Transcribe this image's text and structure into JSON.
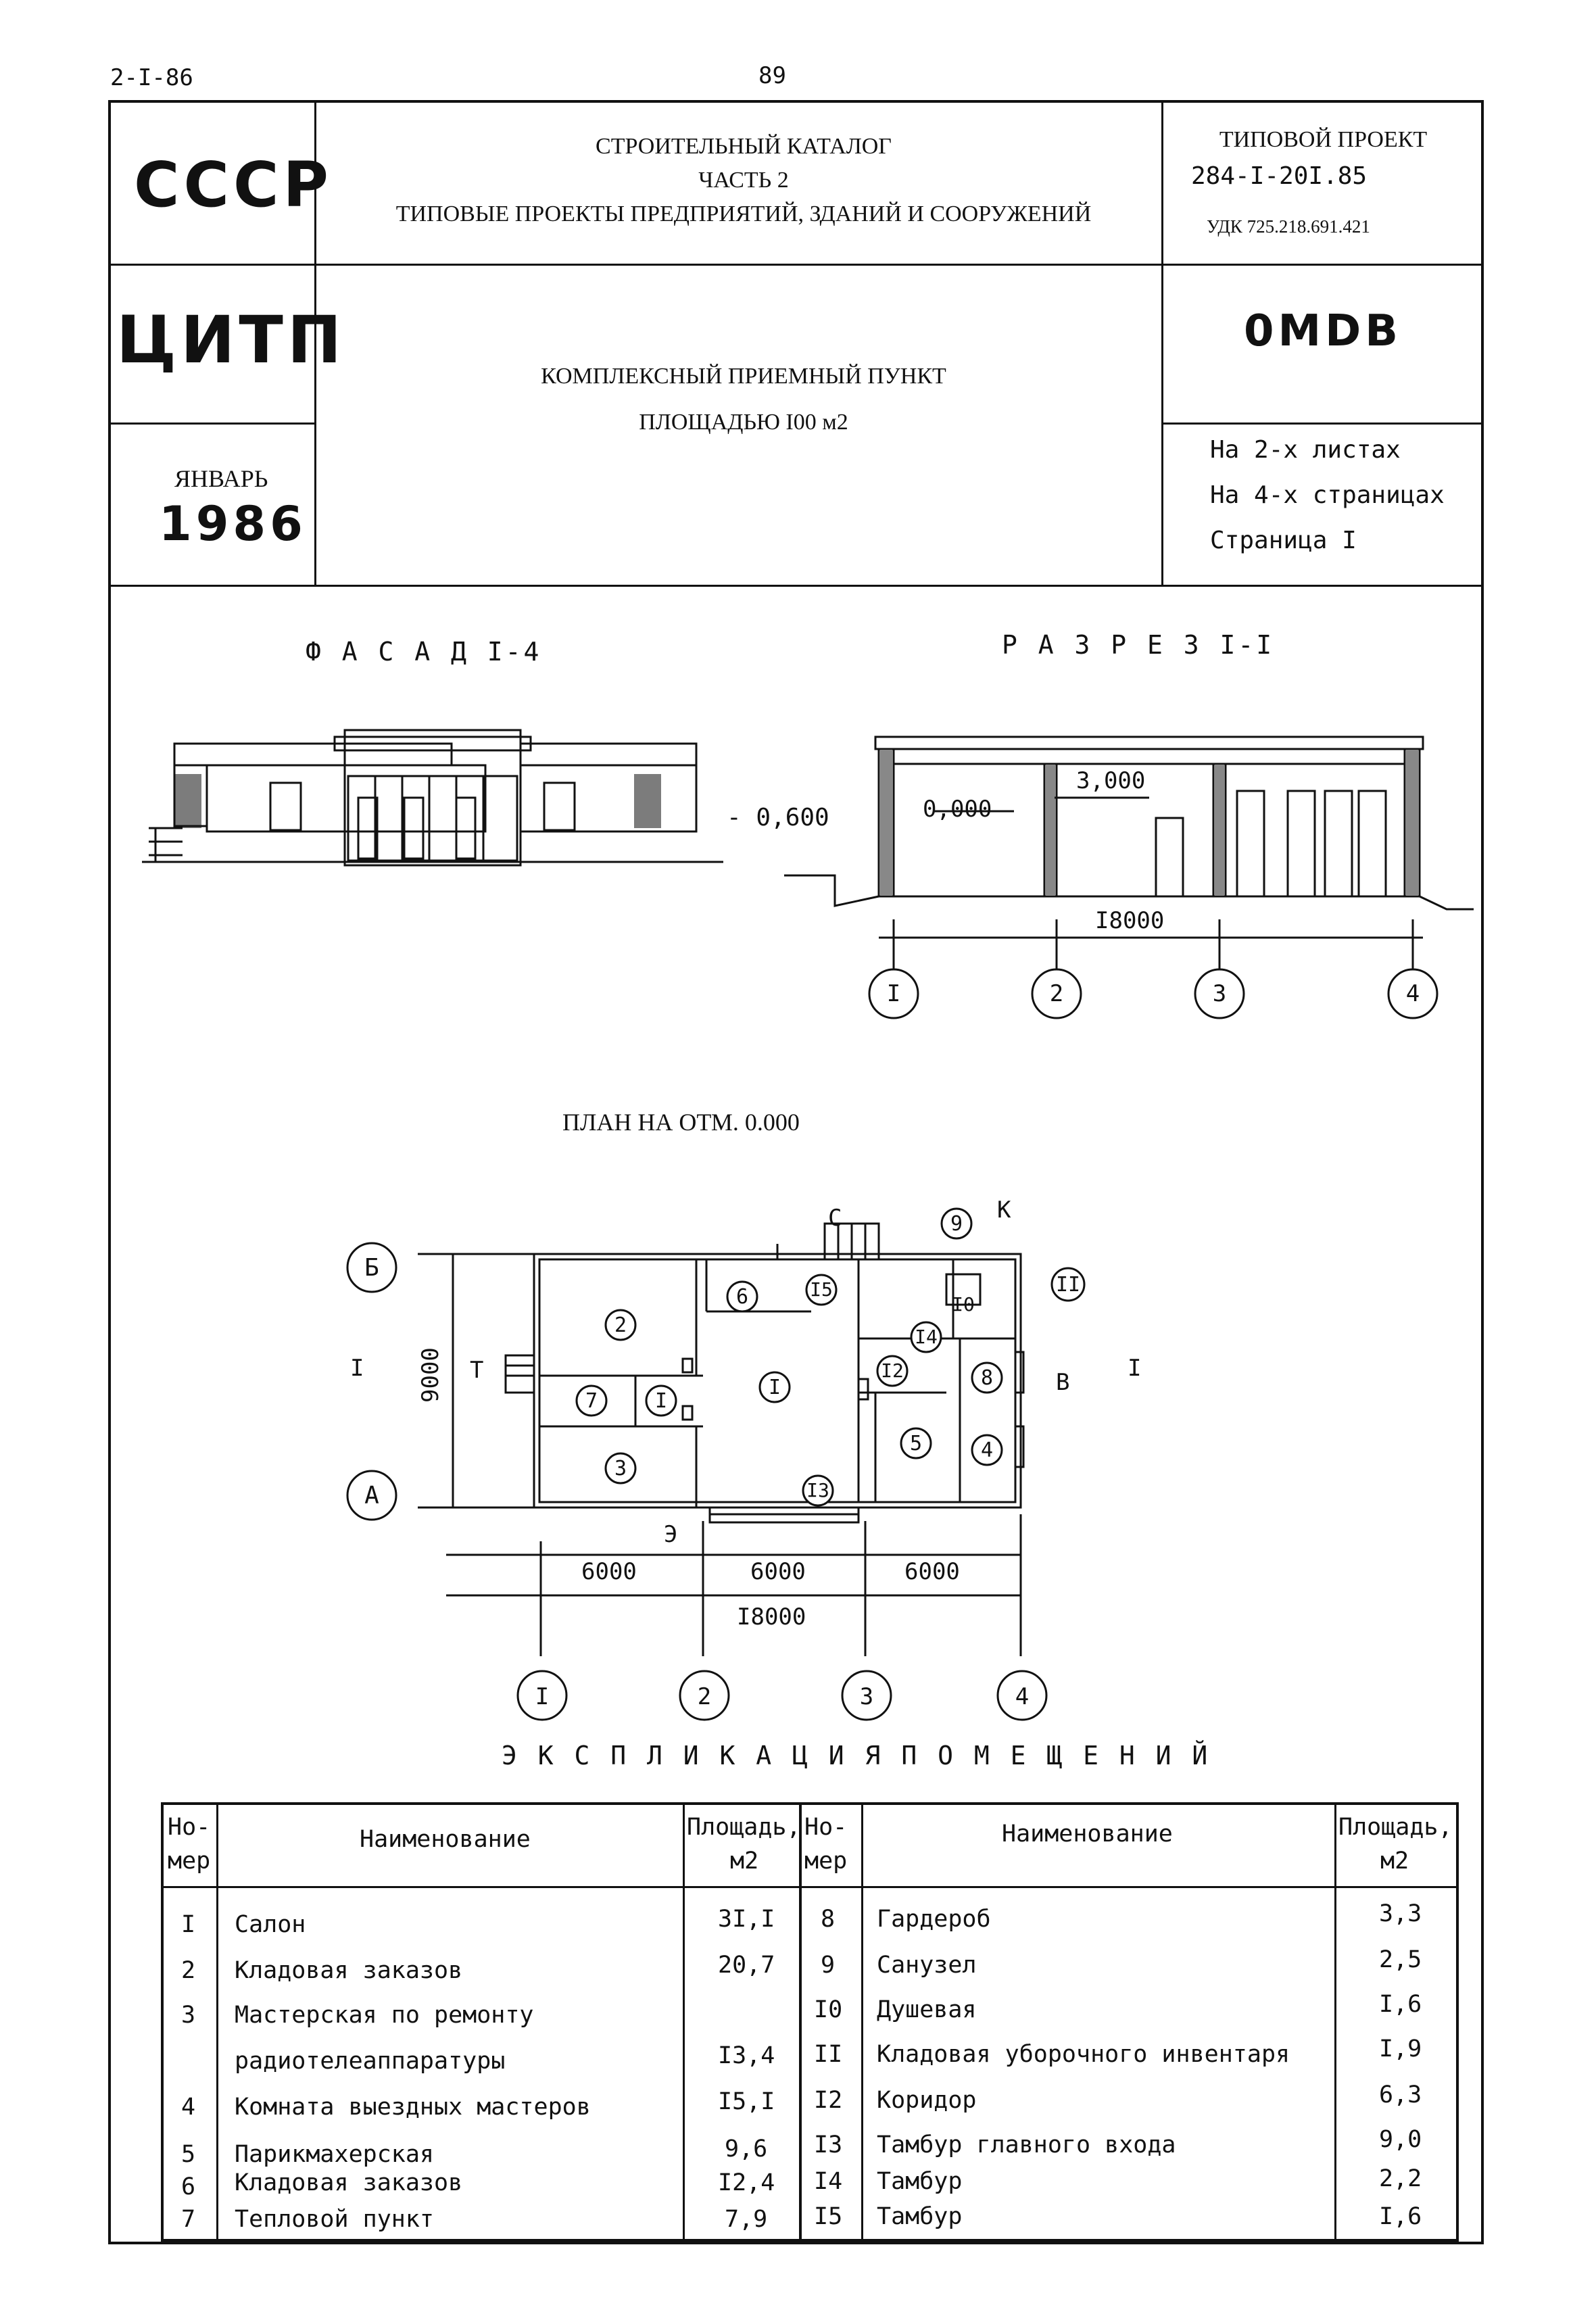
{
  "top": {
    "code": "2-I-86",
    "page_number": "89"
  },
  "header": {
    "org1": "СССР",
    "org2": "ЦИТП",
    "month": "ЯНВАРЬ",
    "year": "1986",
    "catalog_line1": "СТРОИТЕЛЬНЫЙ КАТАЛОГ",
    "catalog_line2": "ЧАСТЬ 2",
    "catalog_line3": "ТИПОВЫЕ ПРОЕКТЫ ПРЕДПРИЯТИЙ, ЗДАНИЙ И СООРУЖЕНИЙ",
    "project_label": "ТИПОВОЙ ПРОЕКТ",
    "project_number": "284-I-20I.85",
    "udk": "УДК 725.218.691.421",
    "title_line1": "КОМПЛЕКСНЫЙ ПРИЕМНЫЙ ПУНКТ",
    "title_line2": "ПЛОЩАДЬЮ I00 м2",
    "series": "0МDВ",
    "sheets": "На 2-х листах",
    "pages": "На 4-х страницах",
    "page": "Страница I"
  },
  "drawings": {
    "facade_title": "Ф А С А Д  I-4",
    "section_title": "Р А З Р Е З  I-I",
    "level_minus": "- 0,600",
    "level_zero": "0,000",
    "level_top": "3,000",
    "section_span": "I8000",
    "axes": [
      "I",
      "2",
      "3",
      "4"
    ],
    "plan_title": "ПЛАН НА ОТМ. 0.000",
    "axis_b": "Б",
    "axis_a": "А",
    "dim_height": "9000",
    "dim_bay": "6000",
    "dim_total": "I8000",
    "cut_mark": "I",
    "entry_t": "Т",
    "entry_v": "В",
    "entry_s": "С",
    "entry_k": "К",
    "entry_e": "Э",
    "room_marks": [
      "2",
      "6",
      "I5",
      "9",
      "I0",
      "II",
      "I4",
      "I2",
      "8",
      "7",
      "I",
      "I",
      "5",
      "4",
      "3",
      "I3"
    ]
  },
  "explication": {
    "title": "Э К С П Л И К А Ц И Я   П О М Е Щ Е Н И Й",
    "headers": {
      "num_line1": "Но-",
      "num_line2": "мер",
      "name": "Наименование",
      "area_line1": "Площадь,",
      "area_line2": "м2"
    },
    "left_rows": [
      {
        "num": "I",
        "name": "Салон",
        "area": "3I,I"
      },
      {
        "num": "2",
        "name": "Кладовая заказов",
        "area": "20,7"
      },
      {
        "num": "3",
        "name": "Мастерская по ремонту",
        "area": ""
      },
      {
        "num": "",
        "name": "радиотелеаппаратуры",
        "area": "I3,4"
      },
      {
        "num": "4",
        "name": "Комната выездных мастеров",
        "area": "I5,I"
      },
      {
        "num": "5",
        "name": "Парикмахерская",
        "area": "9,6"
      },
      {
        "num": "6",
        "name": "Кладовая заказов",
        "area": "I2,4"
      },
      {
        "num": "7",
        "name": "Тепловой пункт",
        "area": "7,9"
      }
    ],
    "right_rows": [
      {
        "num": "8",
        "name": "Гардероб",
        "area": "3,3"
      },
      {
        "num": "9",
        "name": "Санузел",
        "area": "2,5"
      },
      {
        "num": "I0",
        "name": "Душевая",
        "area": "I,6"
      },
      {
        "num": "II",
        "name": "Кладовая уборочного инвентаря",
        "area": "I,9"
      },
      {
        "num": "I2",
        "name": "Коридор",
        "area": "6,3"
      },
      {
        "num": "I3",
        "name": "Тамбур главного входа",
        "area": "9,0"
      },
      {
        "num": "I4",
        "name": "Тамбур",
        "area": "2,2"
      },
      {
        "num": "I5",
        "name": "Тамбур",
        "area": "I,6"
      }
    ]
  }
}
